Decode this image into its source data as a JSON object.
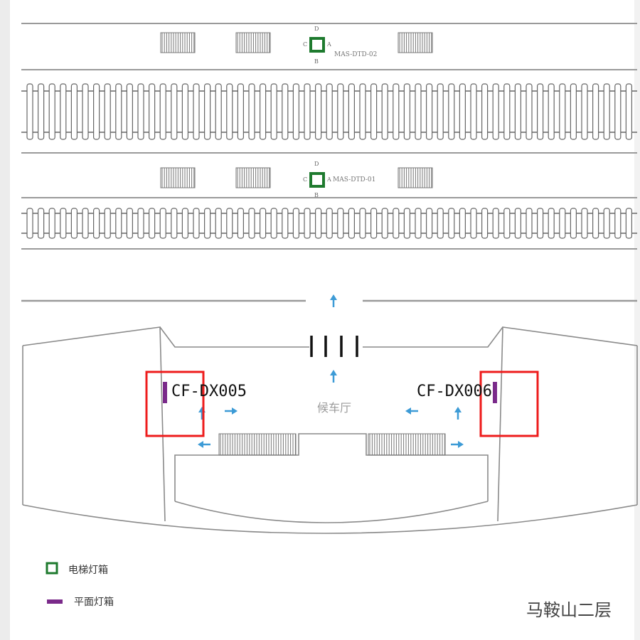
{
  "units": [
    {
      "code": "MAS-DTD-02",
      "dirs": {
        "top": "D",
        "left": "C",
        "right": "A",
        "bottom": "B"
      }
    },
    {
      "code": "MAS-DTD-01",
      "dirs": {
        "top": "D",
        "left": "C",
        "right": "A",
        "bottom": "B"
      }
    }
  ],
  "signs": [
    {
      "code": "CF-DX005"
    },
    {
      "code": "CF-DX006"
    }
  ],
  "hall_label": "候车厅",
  "legend": {
    "elevator_box": "电梯灯箱",
    "flat_box": "平面灯箱"
  },
  "title": "马鞍山二层",
  "colors": {
    "elevator_box": "#1e7a2e",
    "flat_box": "#7a2a8a",
    "arrow": "#3d9bd6",
    "highlight": "#ee1c1c",
    "line": "#9a9a9a"
  }
}
